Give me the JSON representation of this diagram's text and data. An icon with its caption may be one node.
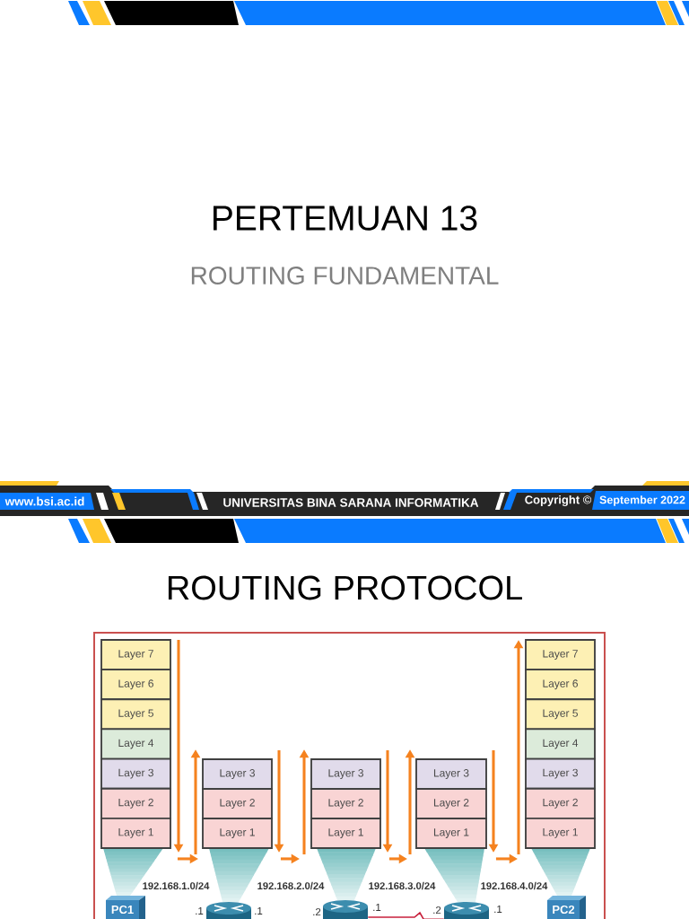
{
  "diagram": {
    "title": "ROUTING PROTOCOL",
    "nodes": [
      {
        "text": [
          "Layer 7"
        ]
      },
      {
        "text": [
          "Layer 6"
        ]
      },
      {
        "text": [
          "Layer 5"
        ]
      },
      {
        "text": [
          "Layer 4"
        ]
      },
      {
        "text": [
          "Layer 3"
        ]
      },
      {
        "text": [
          "Layer 2"
        ]
      },
      {
        "text": [
          "Layer 1"
        ]
      },
      {
        "text": [
          "Layer 3"
        ]
      },
      {
        "text": [
          "Layer 2"
        ]
      },
      {
        "text": [
          "Layer 1"
        ]
      },
      {
        "text": [
          "Layer 3"
        ]
      },
      {
        "text": [
          "Layer 2"
        ]
      },
      {
        "text": [
          "Layer 1"
        ]
      },
      {
        "text": [
          "Layer 3"
        ]
      },
      {
        "text": [
          "Layer 2"
        ]
      },
      {
        "text": [
          "Layer 1"
        ]
      },
      {
        "text": [
          "Layer 7"
        ]
      },
      {
        "text": [
          "Layer 6"
        ]
      },
      {
        "text": [
          "Layer 5"
        ]
      },
      {
        "text": [
          "Layer 4"
        ]
      },
      {
        "text": [
          "Layer 3"
        ]
      },
      {
        "text": [
          "Layer 2"
        ]
      },
      {
        "text": [
          "Layer 1"
        ]
      },
      {
        "text": [
          "PC1"
        ]
      },
      {
        "text": [],
        "shape": "cylinder",
        "beside": [
          ".1",
          ".1"
        ]
      },
      {
        "text": [],
        "shape": "cylinder",
        "beside": [
          ".2",
          ".1"
        ]
      },
      {
        "text": [],
        "shape": "cylinder",
        "beside": [
          ".2",
          ".1"
        ]
      },
      {
        "text": [
          "PC2"
        ]
      }
    ],
    "edges": [
      {
        "from": 6,
        "to": 9,
        "arrow": "to"
      },
      {
        "from": 9,
        "to": 12,
        "arrow": "to"
      },
      {
        "from": 12,
        "to": 15,
        "arrow": "to"
      },
      {
        "from": 15,
        "to": 22,
        "arrow": "to"
      },
      {
        "from": 25,
        "to": 26,
        "arrow": "none",
        "color": "#c8203c"
      }
    ],
    "labels": [
      "PERTEMUAN 13",
      "ROUTING FUNDAMENTAL",
      "www.bsi.ac.id",
      "UNIVERSITAS BINA SARANA INFORMATIKA",
      "Copyright ©",
      "September 2022",
      "192.168.1.0/24",
      "192.168.2.0/24",
      "192.168.3.0/24",
      "192.168.4.0/24"
    ]
  }
}
